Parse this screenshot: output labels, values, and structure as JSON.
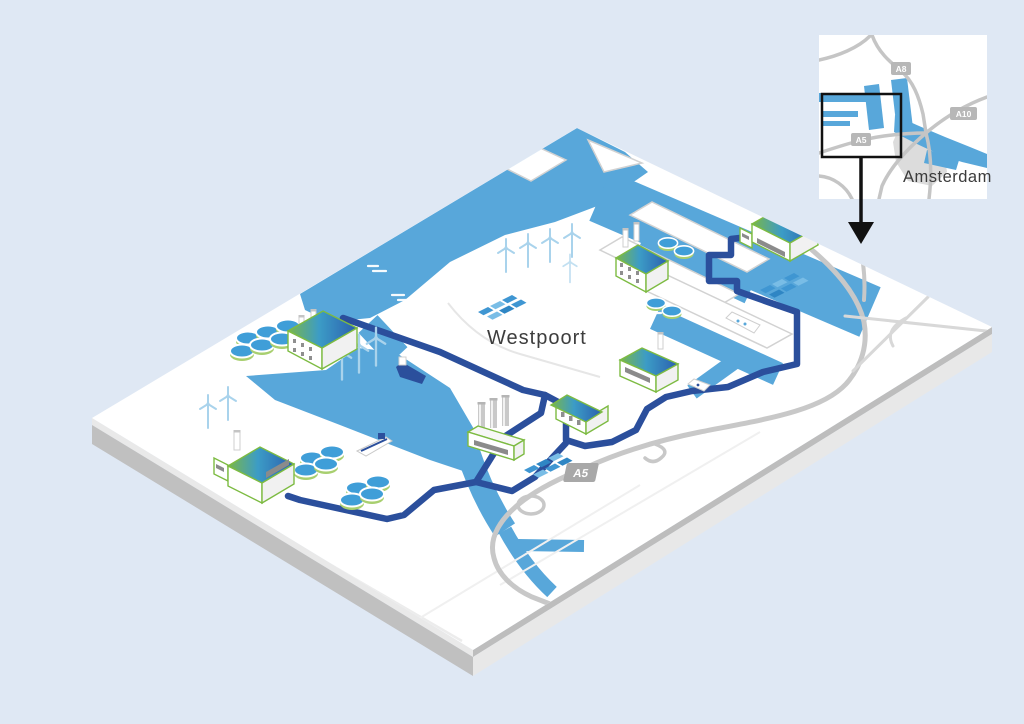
{
  "page": {
    "background_color": "#dfe8f4"
  },
  "map": {
    "region_label": "Westpoort",
    "highway_badge": "A5",
    "colors": {
      "water": "#58a7da",
      "route": "#2b4f9c",
      "land": "#ffffff",
      "tile_side_dark": "#c0c0c0",
      "tile_side_light": "#e8e8e8",
      "highway": "#c8c8c8",
      "building_outline_green": "#7dbb42",
      "roof_gradient_green": "#7ab648",
      "roof_gradient_blue": "#2b5fae",
      "tank_blue": "#3f9ed8",
      "turbine_blue": "#a9d3ec",
      "solar_blue": "#3f96d2",
      "label_text": "#3d3d3d",
      "badge_gray": "#a8a8a8"
    },
    "features": {
      "factories": 6,
      "houses": 1,
      "wind_turbines": 10,
      "solar_arrays": 3,
      "storage_tank_groups": 5,
      "ships": 4
    }
  },
  "inset": {
    "city_label": "Amsterdam",
    "badges": {
      "a8": "A8",
      "a10": "A10",
      "a5": "A5"
    }
  }
}
